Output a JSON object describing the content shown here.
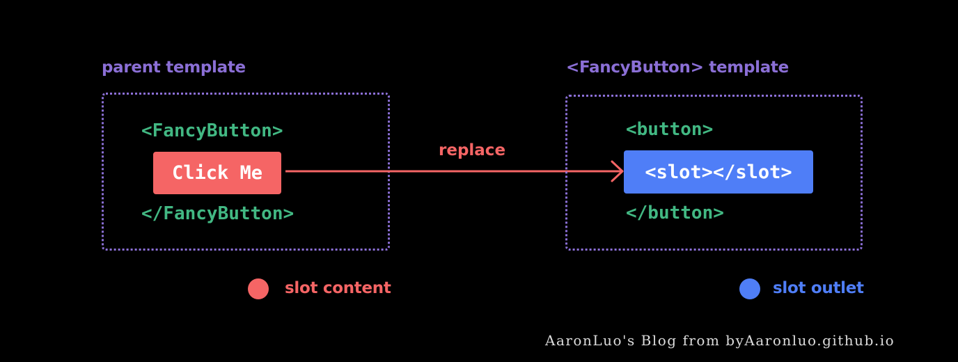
{
  "parent": {
    "title": "parent template",
    "open_tag": "<FancyButton>",
    "close_tag": "</FancyButton>",
    "content": "Click Me"
  },
  "child": {
    "title": "<FancyButton> template",
    "open_tag": "<button>",
    "close_tag": "</button>",
    "slot": "<slot></slot>"
  },
  "arrow": {
    "label": "replace"
  },
  "legend": {
    "content_label": "slot content",
    "outlet_label": "slot outlet"
  },
  "footer": {
    "text": "AaronLuo's Blog from byAaronluo.github.io"
  },
  "colors": {
    "background": "#000000",
    "title": "#8b6fd6",
    "code": "#42b883",
    "slot_content": "#f56565",
    "slot_outlet": "#4f7ef7"
  }
}
